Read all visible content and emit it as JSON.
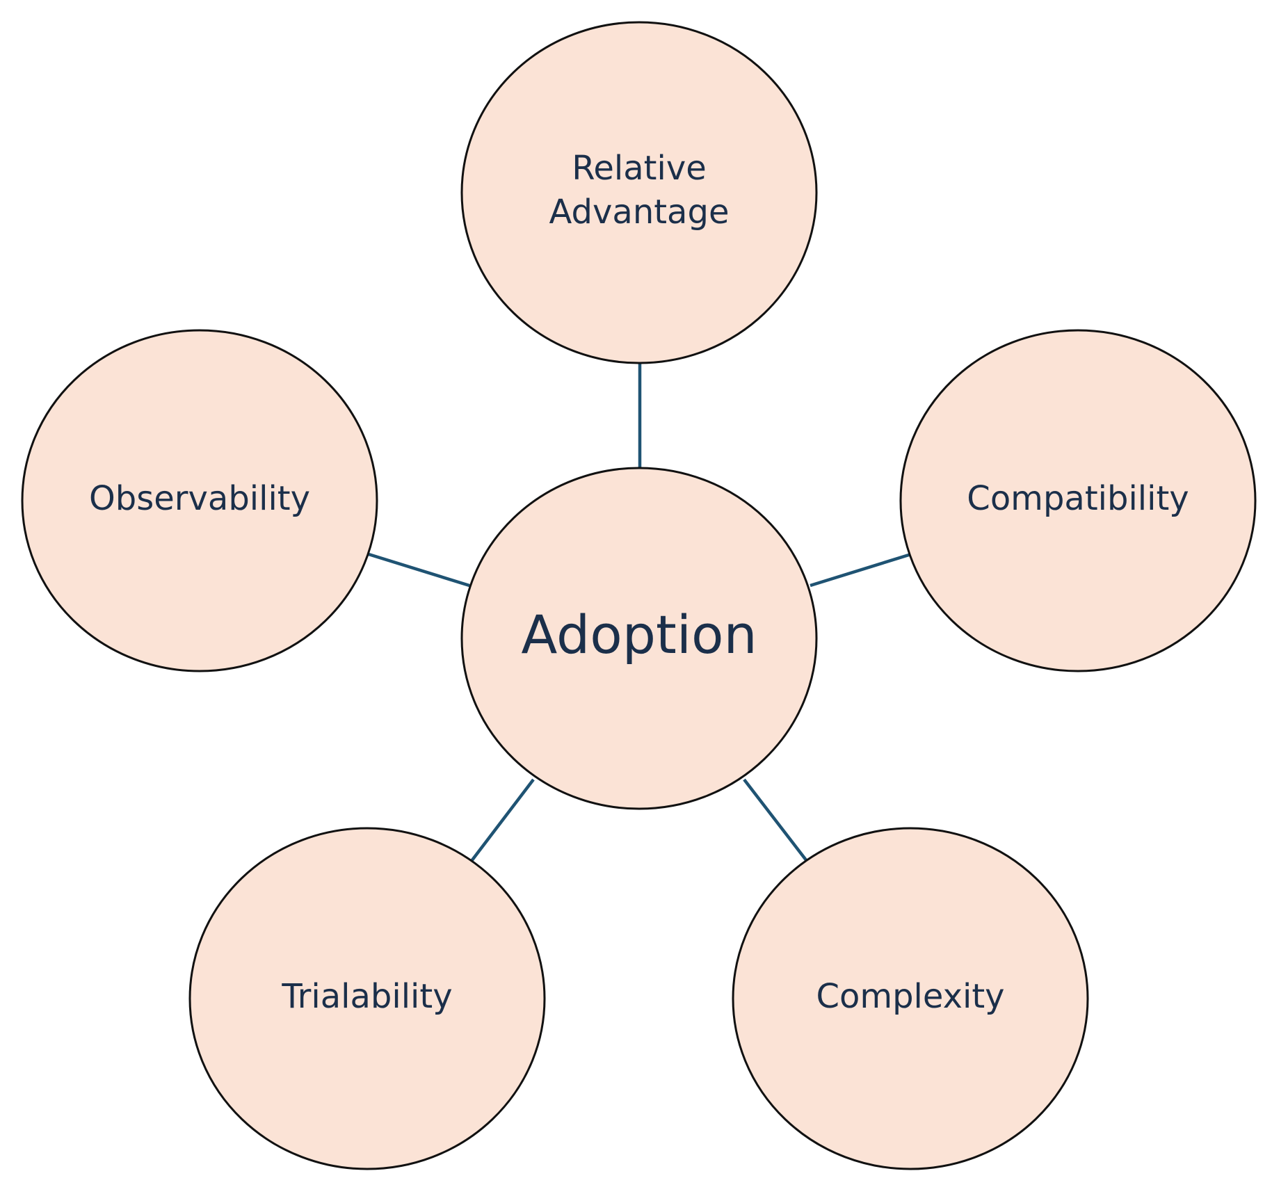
{
  "colors": {
    "node_fill": "#fbe3d6",
    "node_stroke": "#111111",
    "connector": "#1f5373",
    "label_text": "#1b2f4a"
  },
  "center": {
    "label": "Adoption"
  },
  "nodes": [
    {
      "id": "relative-advantage",
      "lines": [
        "Relative",
        "Advantage"
      ]
    },
    {
      "id": "compatibility",
      "lines": [
        "Compatibility"
      ]
    },
    {
      "id": "complexity",
      "lines": [
        "Complexity"
      ]
    },
    {
      "id": "trialability",
      "lines": [
        "Trialability"
      ]
    },
    {
      "id": "observability",
      "lines": [
        "Observability"
      ]
    }
  ]
}
